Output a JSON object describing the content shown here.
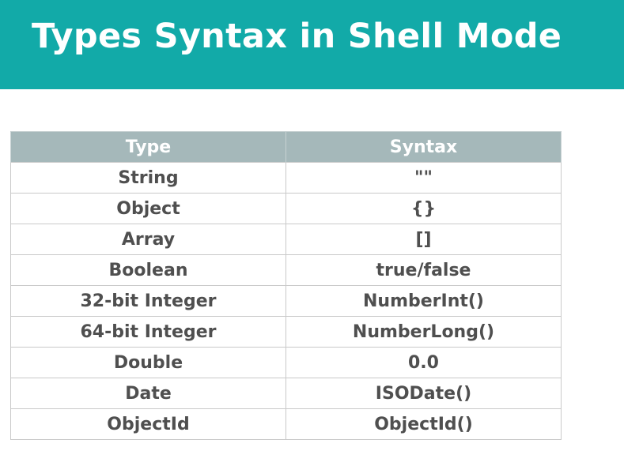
{
  "header": {
    "title": "Types Syntax in Shell Mode"
  },
  "table": {
    "columns": [
      "Type",
      "Syntax"
    ],
    "rows": [
      {
        "type": "String",
        "syntax": "\"\""
      },
      {
        "type": "Object",
        "syntax": "{}"
      },
      {
        "type": "Array",
        "syntax": "[]"
      },
      {
        "type": "Boolean",
        "syntax": "true/false"
      },
      {
        "type": "32-bit Integer",
        "syntax": "NumberInt()"
      },
      {
        "type": "64-bit Integer",
        "syntax": "NumberLong()"
      },
      {
        "type": "Double",
        "syntax": "0.0"
      },
      {
        "type": "Date",
        "syntax": "ISODate()"
      },
      {
        "type": "ObjectId",
        "syntax": "ObjectId()"
      }
    ]
  },
  "colors": {
    "header_background": "#12aaa8",
    "table_header_background": "#a5b8ba",
    "table_text": "#4f4f4f"
  }
}
